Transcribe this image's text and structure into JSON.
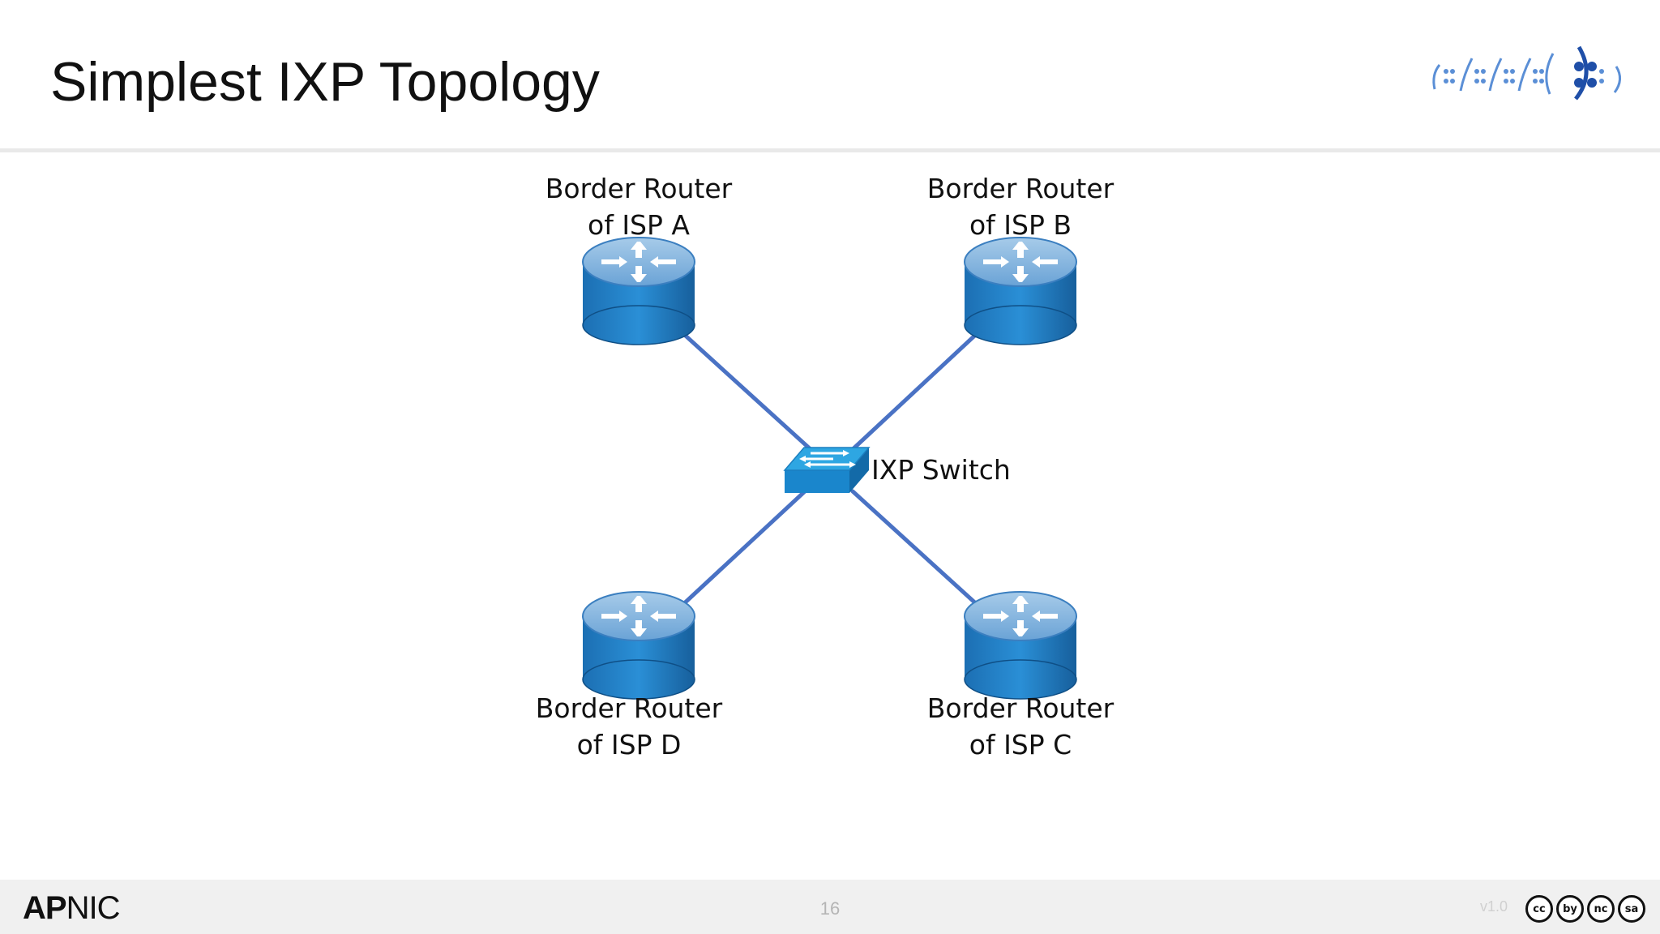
{
  "slide": {
    "title": "Simplest IXP Topology",
    "page_number": "16",
    "version": "v1.0"
  },
  "diagram": {
    "switch": {
      "label": "IXP Switch",
      "icon": "switch-icon"
    },
    "routers": [
      {
        "id": "A",
        "label_line1": "Border Router",
        "label_line2": "of ISP A",
        "icon": "router-icon"
      },
      {
        "id": "B",
        "label_line1": "Border Router",
        "label_line2": "of ISP B",
        "icon": "router-icon"
      },
      {
        "id": "D",
        "label_line1": "Border Router",
        "label_line2": "of ISP D",
        "icon": "router-icon"
      },
      {
        "id": "C",
        "label_line1": "Border Router",
        "label_line2": "of ISP C",
        "icon": "router-icon"
      }
    ],
    "links": [
      {
        "from": "A",
        "to": "switch"
      },
      {
        "from": "B",
        "to": "switch"
      },
      {
        "from": "D",
        "to": "switch"
      },
      {
        "from": "C",
        "to": "switch"
      }
    ],
    "colors": {
      "link": "#4a72c4",
      "router_top": "#8fb8df",
      "router_body": "#1a74bd",
      "switch_top": "#2aa0dc",
      "switch_body": "#1a82c4"
    }
  },
  "footer": {
    "brand_bold": "AP",
    "brand_rest": "NIC",
    "license_badges": [
      "cc",
      "by",
      "nc",
      "sa"
    ],
    "license_icons": [
      "cc-icon",
      "by-icon",
      "nc-icon",
      "sa-icon"
    ]
  },
  "header_logo": {
    "icon": "ipv6-logo-icon"
  }
}
